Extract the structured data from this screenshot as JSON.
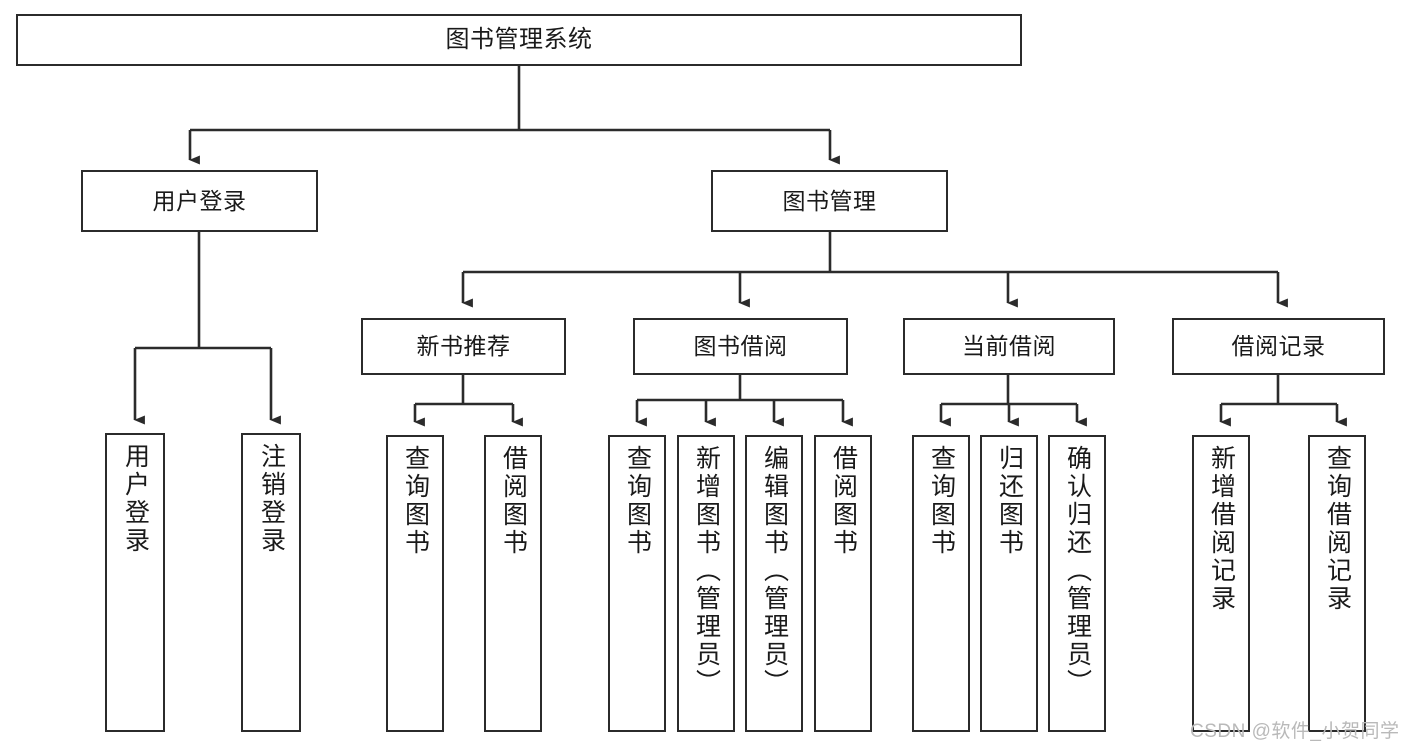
{
  "diagram": {
    "title": "图书管理系统",
    "type": "hierarchy-tree",
    "levels": [
      {
        "level": 1,
        "nodes": [
          {
            "id": "root",
            "label": "图书管理系统",
            "orientation": "horizontal"
          }
        ]
      },
      {
        "level": 2,
        "nodes": [
          {
            "id": "login",
            "label": "用户登录",
            "orientation": "horizontal"
          },
          {
            "id": "bookmgmt",
            "label": "图书管理",
            "orientation": "horizontal"
          }
        ]
      },
      {
        "level": 3,
        "nodes": [
          {
            "id": "newbook",
            "label": "新书推荐",
            "orientation": "horizontal"
          },
          {
            "id": "borrow",
            "label": "图书借阅",
            "orientation": "horizontal"
          },
          {
            "id": "current",
            "label": "当前借阅",
            "orientation": "horizontal"
          },
          {
            "id": "records",
            "label": "借阅记录",
            "orientation": "horizontal"
          }
        ]
      },
      {
        "level": 4,
        "nodes": [
          {
            "id": "leaf1",
            "label": "用户登录",
            "parent": "login",
            "orientation": "vertical"
          },
          {
            "id": "leaf2",
            "label": "注销登录",
            "parent": "login",
            "orientation": "vertical"
          },
          {
            "id": "leaf3",
            "label": "查询图书",
            "parent": "newbook",
            "orientation": "vertical"
          },
          {
            "id": "leaf4",
            "label": "借阅图书",
            "parent": "newbook",
            "orientation": "vertical"
          },
          {
            "id": "leaf5",
            "label": "查询图书",
            "parent": "borrow",
            "orientation": "vertical"
          },
          {
            "id": "leaf6",
            "label": "新增图书（管理员）",
            "parent": "borrow",
            "orientation": "vertical"
          },
          {
            "id": "leaf7",
            "label": "编辑图书（管理员）",
            "parent": "borrow",
            "orientation": "vertical"
          },
          {
            "id": "leaf8",
            "label": "借阅图书",
            "parent": "borrow",
            "orientation": "vertical"
          },
          {
            "id": "leaf9",
            "label": "查询图书",
            "parent": "current",
            "orientation": "vertical"
          },
          {
            "id": "leaf10",
            "label": "归还图书",
            "parent": "current",
            "orientation": "vertical"
          },
          {
            "id": "leaf11",
            "label": "确认归还（管理员）",
            "parent": "current",
            "orientation": "vertical"
          },
          {
            "id": "leaf12",
            "label": "新增借阅记录",
            "parent": "records",
            "orientation": "vertical"
          },
          {
            "id": "leaf13",
            "label": "查询借阅记录",
            "parent": "records",
            "orientation": "vertical"
          }
        ]
      }
    ],
    "edges": [
      {
        "from": "root",
        "to": "login"
      },
      {
        "from": "root",
        "to": "bookmgmt"
      },
      {
        "from": "bookmgmt",
        "to": "newbook"
      },
      {
        "from": "bookmgmt",
        "to": "borrow"
      },
      {
        "from": "bookmgmt",
        "to": "current"
      },
      {
        "from": "bookmgmt",
        "to": "records"
      },
      {
        "from": "login",
        "to": "leaf1"
      },
      {
        "from": "login",
        "to": "leaf2"
      },
      {
        "from": "newbook",
        "to": "leaf3"
      },
      {
        "from": "newbook",
        "to": "leaf4"
      },
      {
        "from": "borrow",
        "to": "leaf5"
      },
      {
        "from": "borrow",
        "to": "leaf6"
      },
      {
        "from": "borrow",
        "to": "leaf7"
      },
      {
        "from": "borrow",
        "to": "leaf8"
      },
      {
        "from": "current",
        "to": "leaf9"
      },
      {
        "from": "current",
        "to": "leaf10"
      },
      {
        "from": "current",
        "to": "leaf11"
      },
      {
        "from": "records",
        "to": "leaf12"
      },
      {
        "from": "records",
        "to": "leaf13"
      }
    ],
    "colors": {
      "stroke": "#2b2b2b",
      "fill": "#ffffff",
      "text": "#1a1a1a",
      "watermark": "#b9b9b9"
    }
  },
  "watermark": {
    "text": "CSDN @软件_小贺同学"
  }
}
